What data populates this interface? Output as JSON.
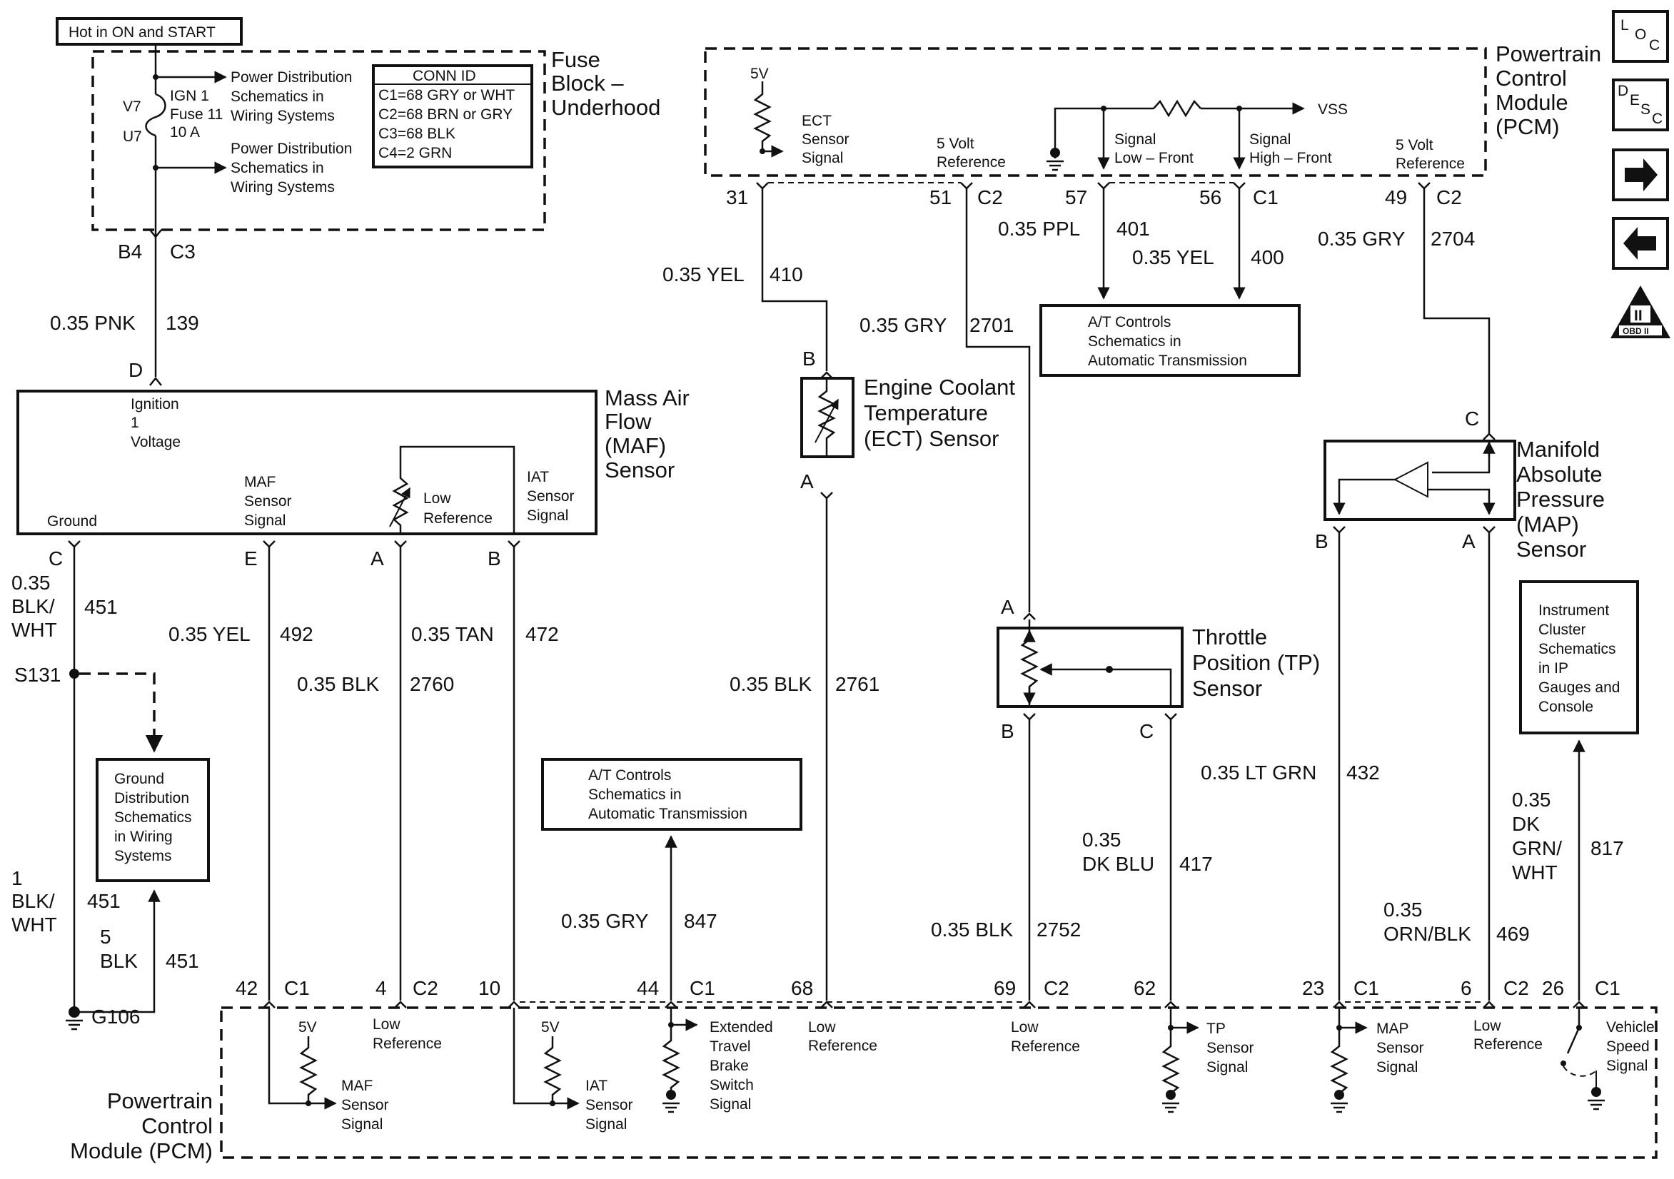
{
  "header": {
    "power_label": "Hot in ON and START"
  },
  "fuse_block": {
    "title": [
      "Fuse",
      "Block –",
      "Underhood"
    ],
    "pin_in": "V7",
    "pin_out": "U7",
    "fuse": [
      "IGN 1",
      "Fuse 11",
      "10 A"
    ],
    "pd_ref_top": [
      "Power Distribution",
      "Schematics in",
      "Wiring Systems"
    ],
    "pd_ref_bottom": [
      "Power Distribution",
      "Schematics in",
      "Wiring Systems"
    ],
    "conn_id": {
      "title": "CONN ID",
      "rows": [
        "C1=68 GRY or WHT",
        "C2=68 BRN or GRY",
        "C3=68 BLK",
        "C4=2 GRN"
      ]
    },
    "out_pin": "B4",
    "out_conn": "C3"
  },
  "pcm_top": {
    "title": [
      "Powertrain",
      "Control",
      "Module",
      "(PCM)"
    ],
    "ect_5v": "5V",
    "ect_signal": [
      "ECT",
      "Sensor",
      "Signal"
    ],
    "ref1": [
      "5 Volt",
      "Reference"
    ],
    "vss": "VSS",
    "sig_low": [
      "Signal",
      "Low – Front"
    ],
    "sig_high": [
      "Signal",
      "High – Front"
    ],
    "ref2": [
      "5 Volt",
      "Reference"
    ],
    "pins": [
      {
        "pin": "31",
        "conn": ""
      },
      {
        "pin": "51",
        "conn": "C2"
      },
      {
        "pin": "57",
        "conn": ""
      },
      {
        "pin": "56",
        "conn": "C1"
      },
      {
        "pin": "49",
        "conn": "C2"
      }
    ]
  },
  "nav": {
    "loc": [
      "L",
      "O",
      "C"
    ],
    "desc": [
      "D",
      "E",
      "S",
      "C"
    ],
    "obd": "OBD II",
    "obd_num": "II"
  },
  "wires": [
    {
      "size": "0.35 PNK",
      "circuit": "139"
    },
    {
      "size": "0.35 YEL",
      "circuit": "410"
    },
    {
      "size": "0.35 GRY",
      "circuit": "2701"
    },
    {
      "size": "0.35 PPL",
      "circuit": "401"
    },
    {
      "size": "0.35 YEL",
      "circuit": "400"
    },
    {
      "size": "0.35 GRY",
      "circuit": "2704"
    },
    {
      "size": [
        "0.35",
        "BLK/",
        "WHT"
      ],
      "circuit": "451"
    },
    {
      "size": "0.35 YEL",
      "circuit": "492"
    },
    {
      "size": "0.35 BLK",
      "circuit": "2760"
    },
    {
      "size": "0.35 TAN",
      "circuit": "472"
    },
    {
      "size": "0.35 BLK",
      "circuit": "2761"
    },
    {
      "size": "0.35 GRY",
      "circuit": "847"
    },
    {
      "size": "0.35 BLK",
      "circuit": "2752"
    },
    {
      "size": [
        "0.35",
        "DK BLU"
      ],
      "circuit": "417"
    },
    {
      "size": "0.35 LT GRN",
      "circuit": "432"
    },
    {
      "size": [
        "0.35",
        "ORN/BLK"
      ],
      "circuit": "469"
    },
    {
      "size": [
        "0.35",
        "DK",
        "GRN/",
        "WHT"
      ],
      "circuit": "817"
    },
    {
      "size": [
        "1",
        "BLK/",
        "WHT"
      ],
      "circuit": "451"
    },
    {
      "size": [
        "5",
        "BLK"
      ],
      "circuit": "451"
    }
  ],
  "at_controls": {
    "top": [
      "A/T Controls",
      "Schematics in",
      "Automatic Transmission"
    ],
    "bottom": [
      "A/T Controls",
      "Schematics in",
      "Automatic Transmission"
    ]
  },
  "maf": {
    "title": [
      "Mass Air",
      "Flow",
      "(MAF)",
      "Sensor"
    ],
    "ign": [
      "Ignition",
      "1",
      "Voltage"
    ],
    "ground": "Ground",
    "maf_signal": [
      "MAF",
      "Sensor",
      "Signal"
    ],
    "low_ref": [
      "Low",
      "Reference"
    ],
    "iat": [
      "IAT",
      "Sensor",
      "Signal"
    ],
    "pins": {
      "top": "D",
      "ground": "C",
      "maf": "E",
      "lowref": "A",
      "iat": "B"
    }
  },
  "ect": {
    "title": [
      "Engine Coolant",
      "Temperature",
      "(ECT) Sensor"
    ],
    "pin_top": "B",
    "pin_bottom": "A"
  },
  "tp": {
    "title": [
      "Throttle",
      "Position (TP)",
      "Sensor"
    ],
    "pin_a": "A",
    "pin_b": "B",
    "pin_c": "C"
  },
  "map": {
    "title": [
      "Manifold",
      "Absolute",
      "Pressure",
      "(MAP)",
      "Sensor"
    ],
    "pin_c": "C",
    "pin_b": "B",
    "pin_a": "A"
  },
  "splice": "S131",
  "ground_dist": [
    "Ground",
    "Distribution",
    "Schematics",
    "in Wiring",
    "Systems"
  ],
  "ground_point": "G106",
  "instrument": [
    "Instrument",
    "Cluster",
    "Schematics",
    "in IP",
    "Gauges and",
    "Console"
  ],
  "pcm_bottom": {
    "title": [
      "Powertrain",
      "Control",
      "Module (PCM)"
    ],
    "pins": [
      {
        "pin": "42",
        "conn": "C1"
      },
      {
        "pin": "4",
        "conn": "C2"
      },
      {
        "pin": "10",
        "conn": ""
      },
      {
        "pin": "44",
        "conn": "C1"
      },
      {
        "pin": "68",
        "conn": ""
      },
      {
        "pin": "69",
        "conn": "C2"
      },
      {
        "pin": "62",
        "conn": ""
      },
      {
        "pin": "23",
        "conn": "C1"
      },
      {
        "pin": "6",
        "conn": "C2"
      },
      {
        "pin": "26",
        "conn": "C1"
      }
    ],
    "maf_5v": "5V",
    "maf_signal": [
      "MAF",
      "Sensor",
      "Signal"
    ],
    "low_ref1": [
      "Low",
      "Reference"
    ],
    "iat_5v": "5V",
    "iat_signal": [
      "IAT",
      "Sensor",
      "Signal"
    ],
    "brake": [
      "Extended",
      "Travel",
      "Brake",
      "Switch",
      "Signal"
    ],
    "low_ref2": [
      "Low",
      "Reference"
    ],
    "low_ref3": [
      "Low",
      "Reference"
    ],
    "tp_signal": [
      "TP",
      "Sensor",
      "Signal"
    ],
    "map_signal": [
      "MAP",
      "Sensor",
      "Signal"
    ],
    "low_ref4": [
      "Low",
      "Reference"
    ],
    "vss": [
      "Vehicle",
      "Speed",
      "Signal"
    ]
  }
}
